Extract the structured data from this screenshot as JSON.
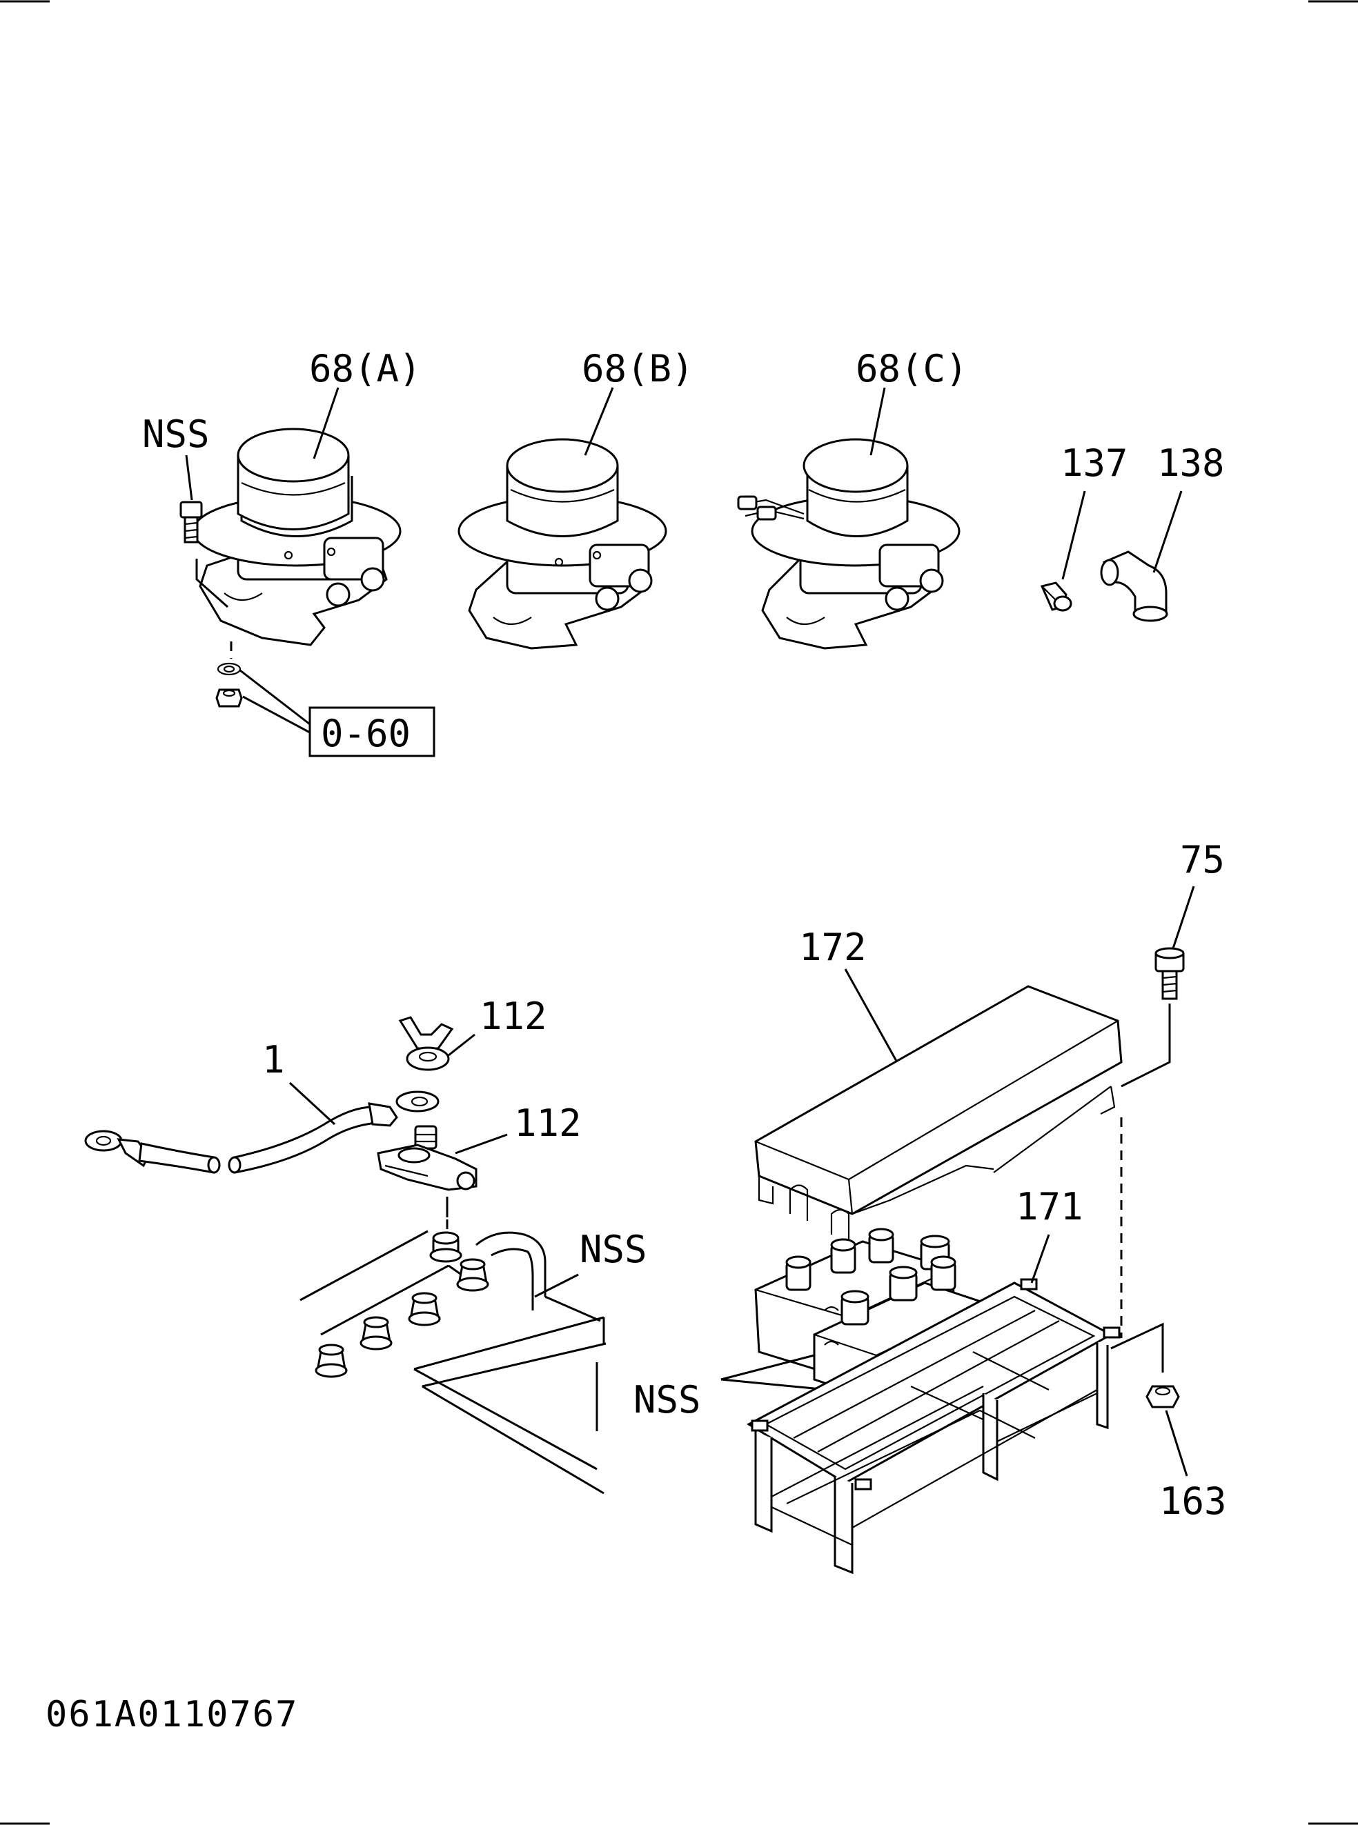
{
  "labels": {
    "relay_a": "68(A)",
    "relay_b": "68(B)",
    "relay_c": "68(C)",
    "nss_bolt": "NSS",
    "part_137": "137",
    "part_138": "138",
    "ref_box": "0-60",
    "part_75": "75",
    "part_172": "172",
    "part_112_top": "112",
    "part_112_mid": "112",
    "part_1": "1",
    "part_171": "171",
    "nss_battery_term": "NSS",
    "nss_batteries": "NSS",
    "part_163": "163"
  },
  "footer": {
    "drawing_code": "061A0110767"
  }
}
